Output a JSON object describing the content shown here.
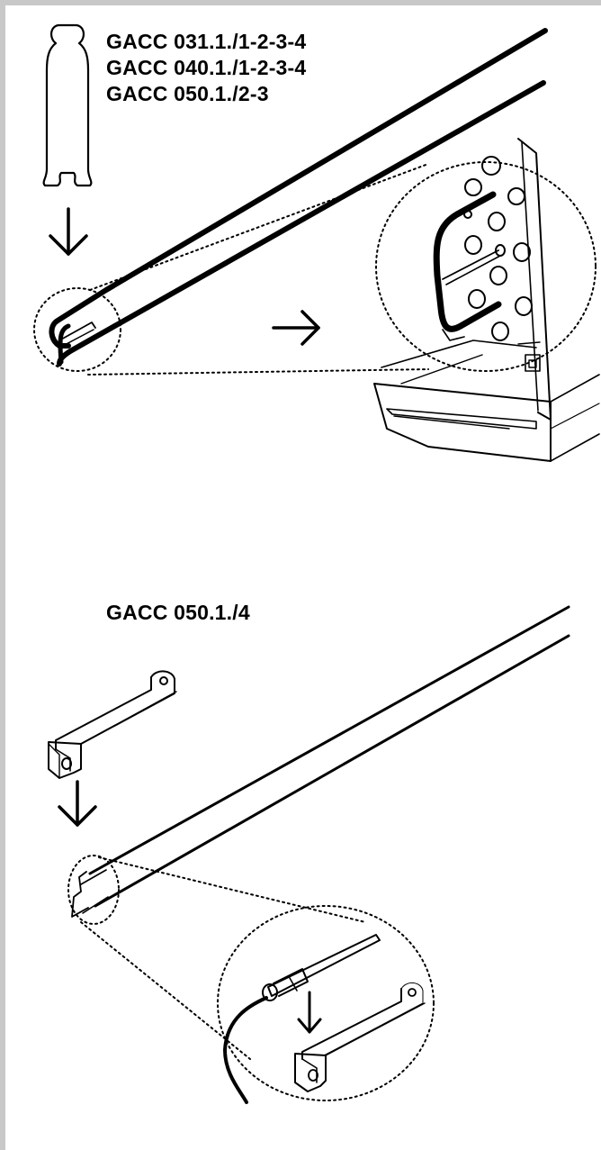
{
  "section_top": {
    "models": [
      "GACC 031.1./1-2-3-4",
      "GACC 040.1./1-2-3-4",
      "GACC 050.1./2-3"
    ]
  },
  "section_bottom": {
    "model": "GACC 050.1./4"
  },
  "colors": {
    "frame": "#c8c8c8",
    "ink": "#000000",
    "background": "#ffffff"
  },
  "icons": [
    "gas-bottle-icon",
    "arrow-down-icon",
    "arrow-right-icon"
  ]
}
